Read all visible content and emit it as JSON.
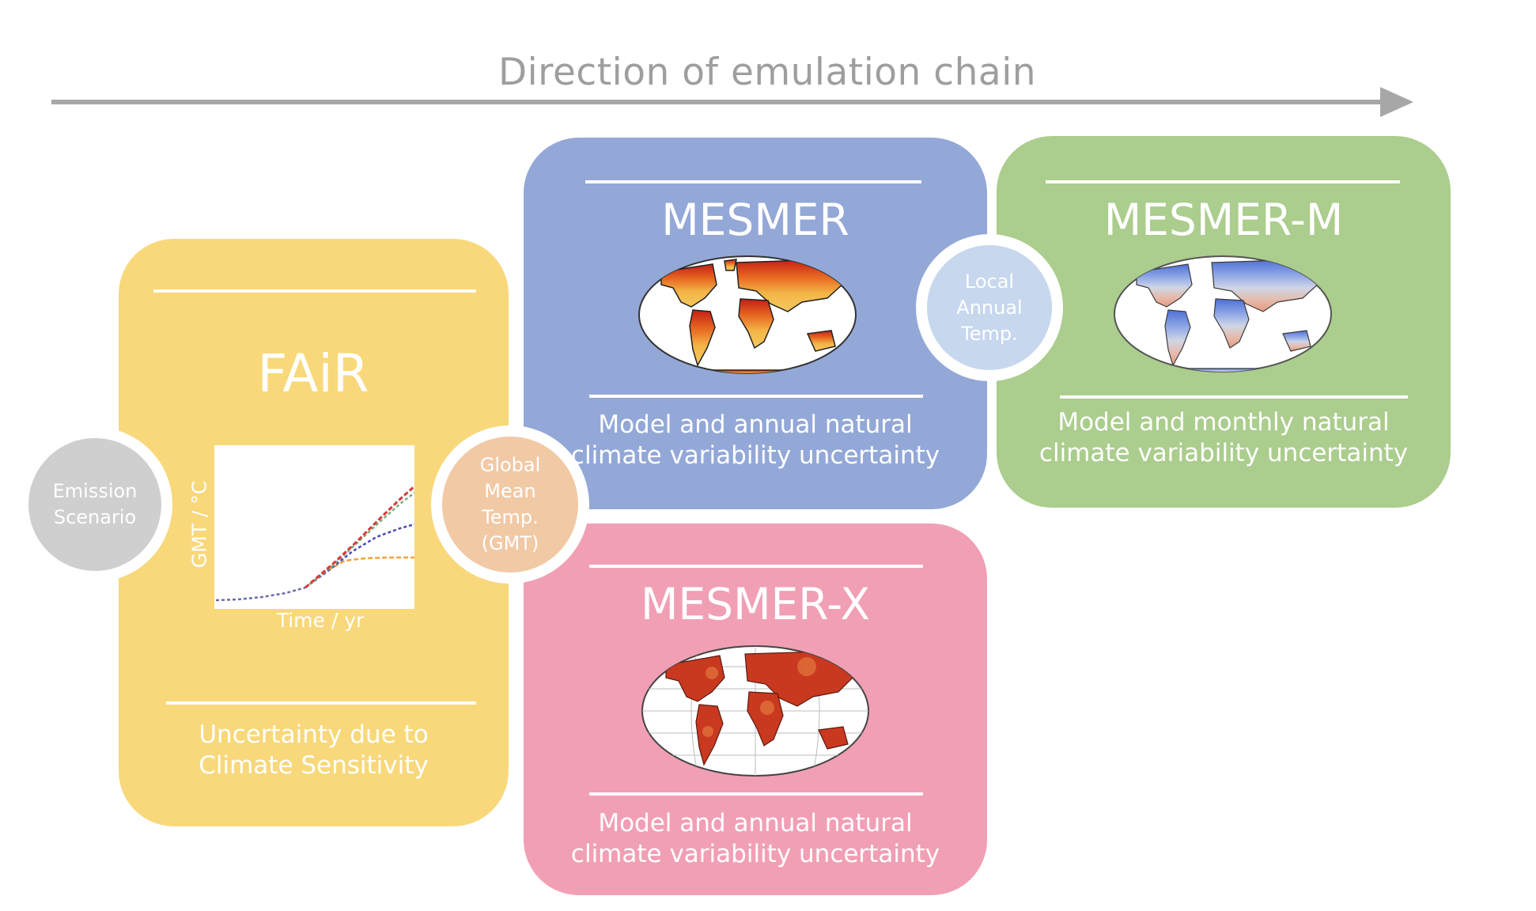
{
  "header": {
    "chain_label": "Direction of emulation chain"
  },
  "colors": {
    "arrow": "#a7a7a7",
    "fair": "#f8d87a",
    "mesmer": "#93a8d7",
    "mesmer_m": "#abcd8d",
    "mesmer_x": "#f19fb5",
    "emission_circle": "#cfcfcf",
    "gmt_circle": "#f1c9a5",
    "local_circle": "#c6d7ee"
  },
  "circles": {
    "emission": [
      "Emission",
      "Scenario"
    ],
    "gmt": [
      "Global",
      "Mean",
      "Temp.",
      "(GMT)"
    ],
    "local": [
      "Local",
      "Annual",
      "Temp."
    ]
  },
  "fair": {
    "title": "FAiR",
    "plot": {
      "xlabel": "Time / yr",
      "ylabel": "GMT / °C"
    },
    "caption": [
      "Uncertainty due to",
      "Climate Sensitivity"
    ]
  },
  "mesmer": {
    "title": "MESMER",
    "caption": [
      "Model and annual natural",
      "climate variability uncertainty"
    ]
  },
  "mesmer_m": {
    "title": "MESMER-M",
    "caption": [
      "Model and monthly natural",
      "climate variability uncertainty"
    ]
  },
  "mesmer_x": {
    "title": "MESMER-X",
    "caption": [
      "Model and annual natural",
      "climate variability uncertainty"
    ]
  }
}
